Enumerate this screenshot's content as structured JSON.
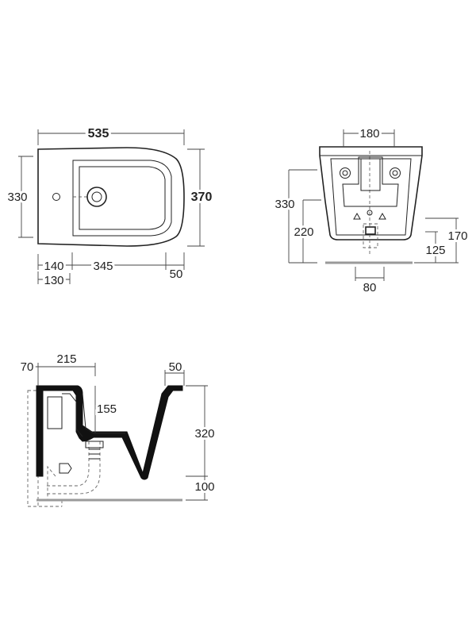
{
  "top_view": {
    "width_label": "535",
    "depth_left_label": "330",
    "depth_right_label": "370",
    "offset_140_label": "140",
    "offset_345_label": "345",
    "offset_50_label": "50",
    "offset_130_label": "130"
  },
  "front_view": {
    "top_width_label": "180",
    "height_330_label": "330",
    "height_220_label": "220",
    "height_170_label": "170",
    "height_125_label": "125",
    "bottom_80_label": "80"
  },
  "side_view": {
    "left_70_label": "70",
    "offset_215_label": "215",
    "right_50_label": "50",
    "depth_155_label": "155",
    "height_320_label": "320",
    "height_100_label": "100"
  }
}
